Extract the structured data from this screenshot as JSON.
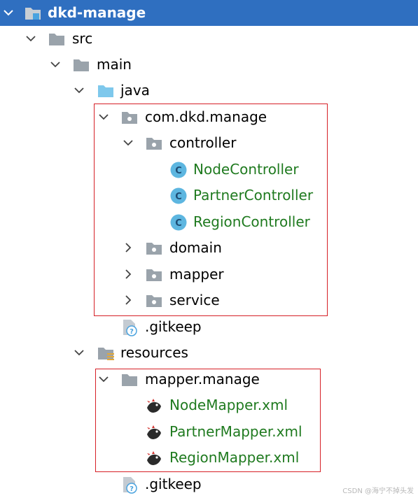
{
  "tree": {
    "root": "dkd-manage",
    "src": "src",
    "main": "main",
    "java": "java",
    "package": "com.dkd.manage",
    "controller": "controller",
    "node_controller": "NodeController",
    "partner_controller": "PartnerController",
    "region_controller": "RegionController",
    "domain": "domain",
    "mapper": "mapper",
    "service": "service",
    "gitkeep_java": ".gitkeep",
    "resources": "resources",
    "mapper_manage": "mapper.manage",
    "node_mapper": "NodeMapper.xml",
    "partner_mapper": "PartnerMapper.xml",
    "region_mapper": "RegionMapper.xml",
    "gitkeep_resources": ".gitkeep"
  },
  "watermark": "CSDN @海宁不掉头发",
  "colors": {
    "selection": "#2f6fc0",
    "class_name": "#1f7a1f",
    "highlight_box": "#d61f26",
    "folder_gray": "#9aa3ab",
    "source_folder_blue": "#7ec8ec",
    "class_badge": "#5db6e0"
  }
}
